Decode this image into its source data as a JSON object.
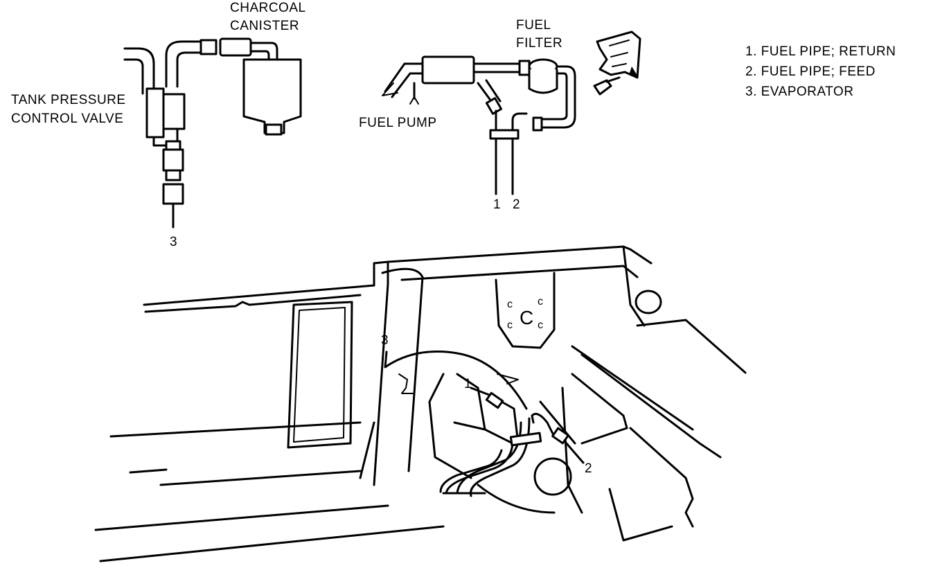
{
  "labels": {
    "charcoal_canister": [
      "CHARCOAL",
      "CANISTER"
    ],
    "tank_pressure_control_valve": [
      "TANK PRESSURE",
      "CONTROL VALVE"
    ],
    "fuel_filter": [
      "FUEL",
      "FILTER"
    ],
    "fuel_pump": "FUEL PUMP",
    "callout_1": "1",
    "callout_2": "2",
    "callout_3": "3"
  },
  "legend": [
    "1.  FUEL PIPE; RETURN",
    "2.  FUEL PIPE; FEED",
    "3.  EVAPORATOR"
  ]
}
